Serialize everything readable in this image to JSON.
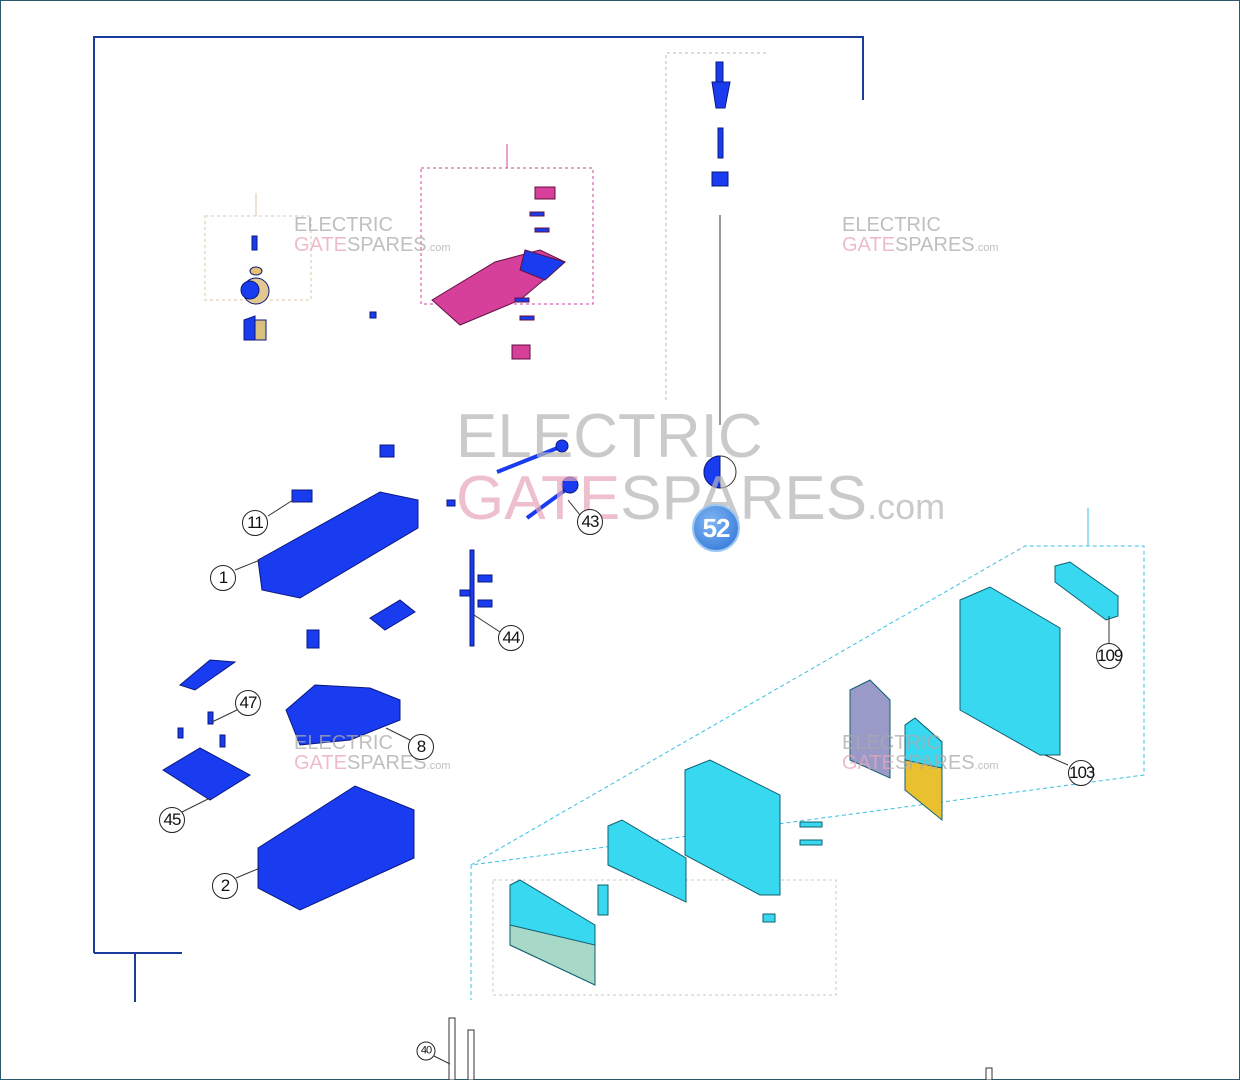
{
  "watermark": {
    "line1": "ELECTRIC",
    "gate": "GATE",
    "spares": "SPARES",
    "com": ".com"
  },
  "callouts": [
    "11",
    "1",
    "43",
    "52",
    "44",
    "47",
    "8",
    "45",
    "2",
    "109",
    "103",
    "40"
  ],
  "colors": {
    "part_blue": "#1a3cf0",
    "panel_cyan": "#37d8f0",
    "accent_magenta": "#d6409a",
    "frame": "#1b3c9c",
    "dashed_cyan": "#35c0e0"
  }
}
